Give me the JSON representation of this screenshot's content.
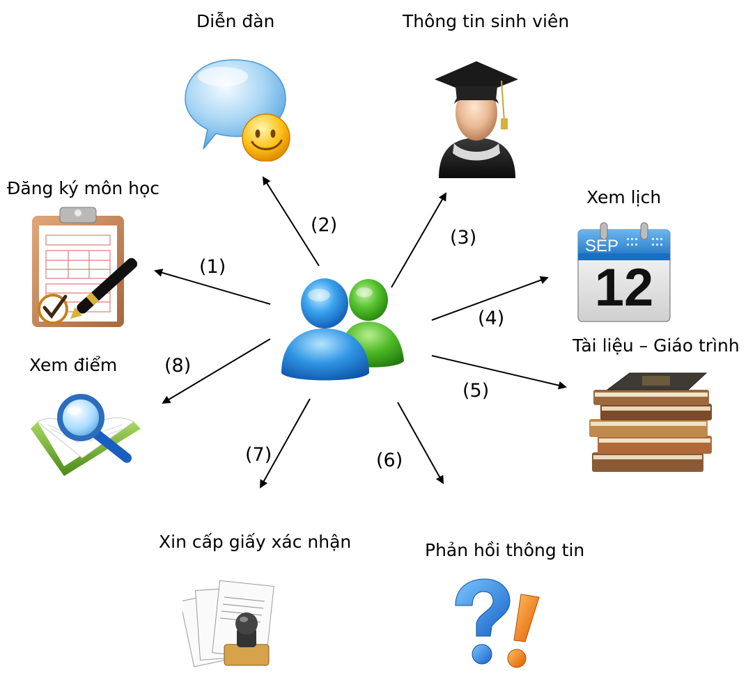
{
  "center": {
    "icon": "users-icon"
  },
  "features": [
    {
      "id": "register",
      "label": "Đăng ký môn học",
      "number": "(1)",
      "icon": "clipboard-pen-icon"
    },
    {
      "id": "forum",
      "label": "Diễn đàn",
      "number": "(2)",
      "icon": "chat-bubble-smiley-icon"
    },
    {
      "id": "student-info",
      "label": "Thông tin sinh viên",
      "number": "(3)",
      "icon": "graduate-icon"
    },
    {
      "id": "schedule",
      "label": "Xem lịch",
      "number": "(4)",
      "icon": "calendar-icon"
    },
    {
      "id": "materials",
      "label": "Tài liệu – Giáo trình",
      "number": "(5)",
      "icon": "books-stack-icon"
    },
    {
      "id": "feedback",
      "label": "Phản hồi thông tin",
      "number": "(6)",
      "icon": "question-exclamation-icon"
    },
    {
      "id": "certificate",
      "label": "Xin cấp giấy xác nhận",
      "number": "(7)",
      "icon": "documents-stamp-icon"
    },
    {
      "id": "grades",
      "label": "Xem điểm",
      "number": "(8)",
      "icon": "book-magnifier-icon"
    }
  ],
  "calendar": {
    "month": "SEP",
    "day": "12"
  }
}
